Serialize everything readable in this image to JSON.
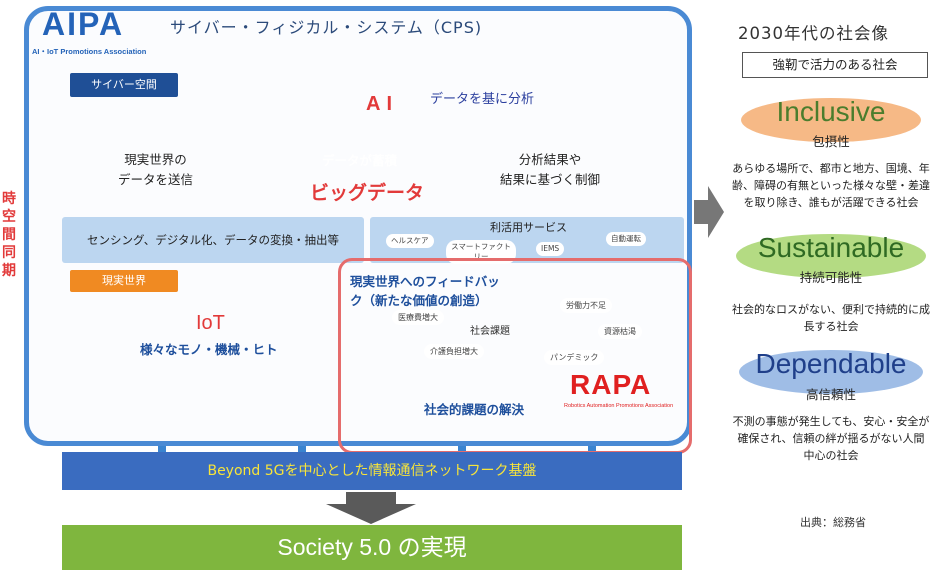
{
  "logos": {
    "aipa": "AIPA",
    "aipa_sub": "AI・IoT Promotions Association",
    "rapa": "RAPA",
    "rapa_sub": "Robotics Automation Promotions Association"
  },
  "cps": {
    "title": "サイバー・フィジカル・システム（CPS)",
    "cyber_label": "サイバー空間",
    "ai": "AI",
    "analysis": "データを基に分析",
    "accumulate": "データが蓄積",
    "big_data": "ビッグデータ",
    "real_data_line1": "現実世界の",
    "real_data_line2": "データを送信",
    "result_line1": "分析結果や",
    "result_line2": "結果に基づく制御",
    "sensing": "センシング、デジタル化、データの変換・抽出等",
    "service_title": "利活用サービス",
    "services": [
      "ヘルスケア",
      "スマートファクトリー",
      "IEMS",
      "自動運転"
    ],
    "real_label": "現実世界",
    "iot": "IoT",
    "iot_sub": "様々なモノ・機械・ヒト",
    "feedback_line1": "現実世界へのフィードバッ",
    "feedback_line2": "ク（新たな価値の創造）",
    "social_issues": "社会課題",
    "issues": [
      "医療費増大",
      "労働力不足",
      "資源枯渇",
      "介護負担増大",
      "パンデミック"
    ],
    "solve": "社会的課題の解決",
    "sync": "時空間同期"
  },
  "network": "Beyond 5Gを中心とした情報通信ネットワーク基盤",
  "society": "Society 5.0 の実現",
  "right": {
    "title": "2030年代の社会像",
    "subtitle": "強靭で活力のある社会",
    "values": [
      {
        "word": "Inclusive",
        "jp": "包摂性",
        "desc": "あらゆる場所で、都市と地方、国境、年齢、障碍の有無といった様々な壁・差違を取り除き、誰もが活躍できる社会",
        "color": "#f3a25e"
      },
      {
        "word": "Sustainable",
        "jp": "持続可能性",
        "desc": "社会的なロスがない、便利で持続的に成長する社会",
        "color": "#9bcf5a"
      },
      {
        "word": "Dependable",
        "jp": "高信頼性",
        "desc": "不測の事態が発生しても、安心・安全が確保され、信頼の絆が揺るがない人間中心の社会",
        "color": "#7fa7de"
      }
    ]
  },
  "source": "出典：総務省"
}
